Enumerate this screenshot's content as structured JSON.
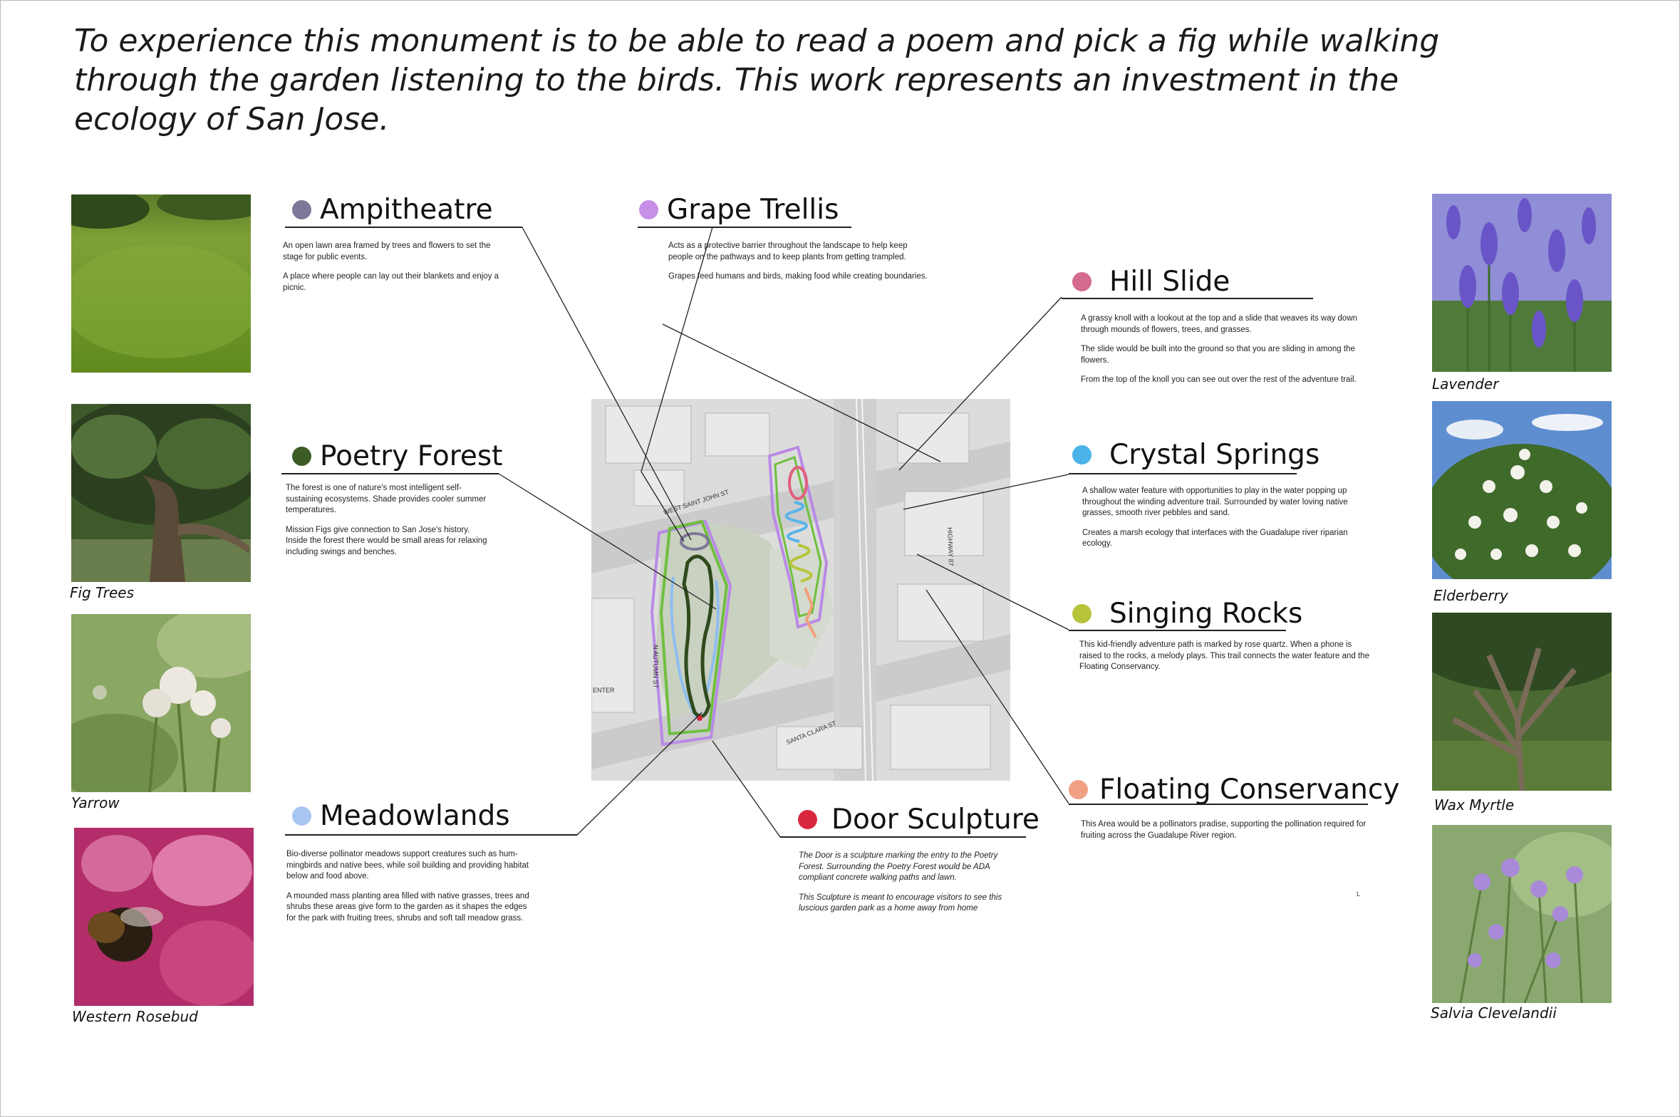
{
  "headline": "To experience this monument is to be able to read a poem and pick a fig while walking through the garden listening to the birds. This work represents an investment in the ecology of San Jose.",
  "left_plants": [
    {
      "caption": "",
      "icon": "lawn-photo"
    },
    {
      "caption": "Fig Trees",
      "icon": "fig-tree-photo"
    },
    {
      "caption": "Yarrow",
      "icon": "yarrow-photo"
    },
    {
      "caption": "Western Rosebud",
      "icon": "rosebud-photo"
    }
  ],
  "right_plants": [
    {
      "caption": "Lavender",
      "icon": "lavender-photo"
    },
    {
      "caption": "Elderberry",
      "icon": "elderberry-photo"
    },
    {
      "caption": "Wax Myrtle",
      "icon": "wax-myrtle-photo"
    },
    {
      "caption": "Salvia Clevelandii",
      "icon": "salvia-photo"
    }
  ],
  "features": {
    "ampitheatre": {
      "title": "Ampitheatre",
      "color": "#7e7798",
      "p1": "An open lawn area framed by trees and flowers to set the stage for public events.",
      "p2": "A place where people can lay out their blankets and enjoy a picnic."
    },
    "grape_trellis": {
      "title": "Grape Trellis",
      "color": "#c88fe6",
      "p1": "Acts as a protective barrier throughout the landscape to help keep people on the pathways and to keep plants from getting trampled.",
      "p2": "Grapes feed humans and birds, making food while creating boundaries."
    },
    "hill_slide": {
      "title": "Hill Slide",
      "color": "#d46a8c",
      "p1": "A grassy knoll with a lookout at the top and a slide that weaves its way down through mounds of flowers, trees, and grasses.",
      "p2": "The slide would be built into the ground so that you are sliding in among the flowers.",
      "p3": "From the top of the knoll you can see out over the rest of the adventure trail."
    },
    "poetry_forest": {
      "title": "Poetry Forest",
      "color": "#3d5b25",
      "p1": "The forest is one of nature's most intelligent self-sustaining ecosystems. Shade provides cooler summer temperatures.",
      "p2": "Mission Figs give connection to San Jose's history. Inside the forest there would be small areas for relaxing including swings and benches."
    },
    "crystal_springs": {
      "title": "Crystal Springs",
      "color": "#4ab3ea",
      "p1": "A shallow water feature with opportunities to play in the water popping up throughout the winding adventure trail. Surrounded by water loving native grasses, smooth river pebbles and sand.",
      "p2": "Creates a marsh ecology that interfaces with the Guadalupe river riparian ecology."
    },
    "singing_rocks": {
      "title": "Singing Rocks",
      "color": "#b6c43a",
      "p1": "This kid-friendly adventure path is marked by rose quartz. When a phone is raised to the rocks, a melody plays. This trail connects the water feature and the Floating Conservancy."
    },
    "meadowlands": {
      "title": "Meadowlands",
      "color": "#a9c5f2",
      "p1": "Bio-diverse pollinator meadows support creatures such as hum-mingbirds and native bees, while soil building and providing habitat below and food above.",
      "p2": "A mounded mass planting area filled with native grasses, trees and shrubs these areas give form to the garden as it shapes the edges for the park with fruiting trees, shrubs and soft tall meadow grass."
    },
    "door_sculpture": {
      "title": "Door Sculpture",
      "color": "#d8283e",
      "p1": "The Door is a sculpture marking the entry to the Poetry Forest.  Surrounding the Poetry Forest would be ADA compliant concrete walking paths and lawn.",
      "p2": "This Sculpture is meant to encourage visitors to see this luscious garden park as a home away from home"
    },
    "floating_conservancy": {
      "title": "Floating Conservancy",
      "color": "#f2a084",
      "p1": "This Area would be a pollinators pradise, supporting the pollination required for fruiting across the Guadalupe River region."
    }
  },
  "map": {
    "streets": [
      "WEST SAINT JOHN ST",
      "HIGHWAY 87",
      "N AUTUMN ST",
      "SANTA CLARA ST",
      "ENTER"
    ],
    "colors": {
      "trellis": "#b98ae6",
      "forest_edge": "#6fbf3f",
      "forest": "#2f4a1c",
      "water": "#8fbef0",
      "slide": "#e0607e",
      "springs": "#58b4ea",
      "rocks": "#b6c43a",
      "conservancy": "#f0a07a",
      "door": "#d8283e"
    }
  },
  "stray_mark": "L"
}
